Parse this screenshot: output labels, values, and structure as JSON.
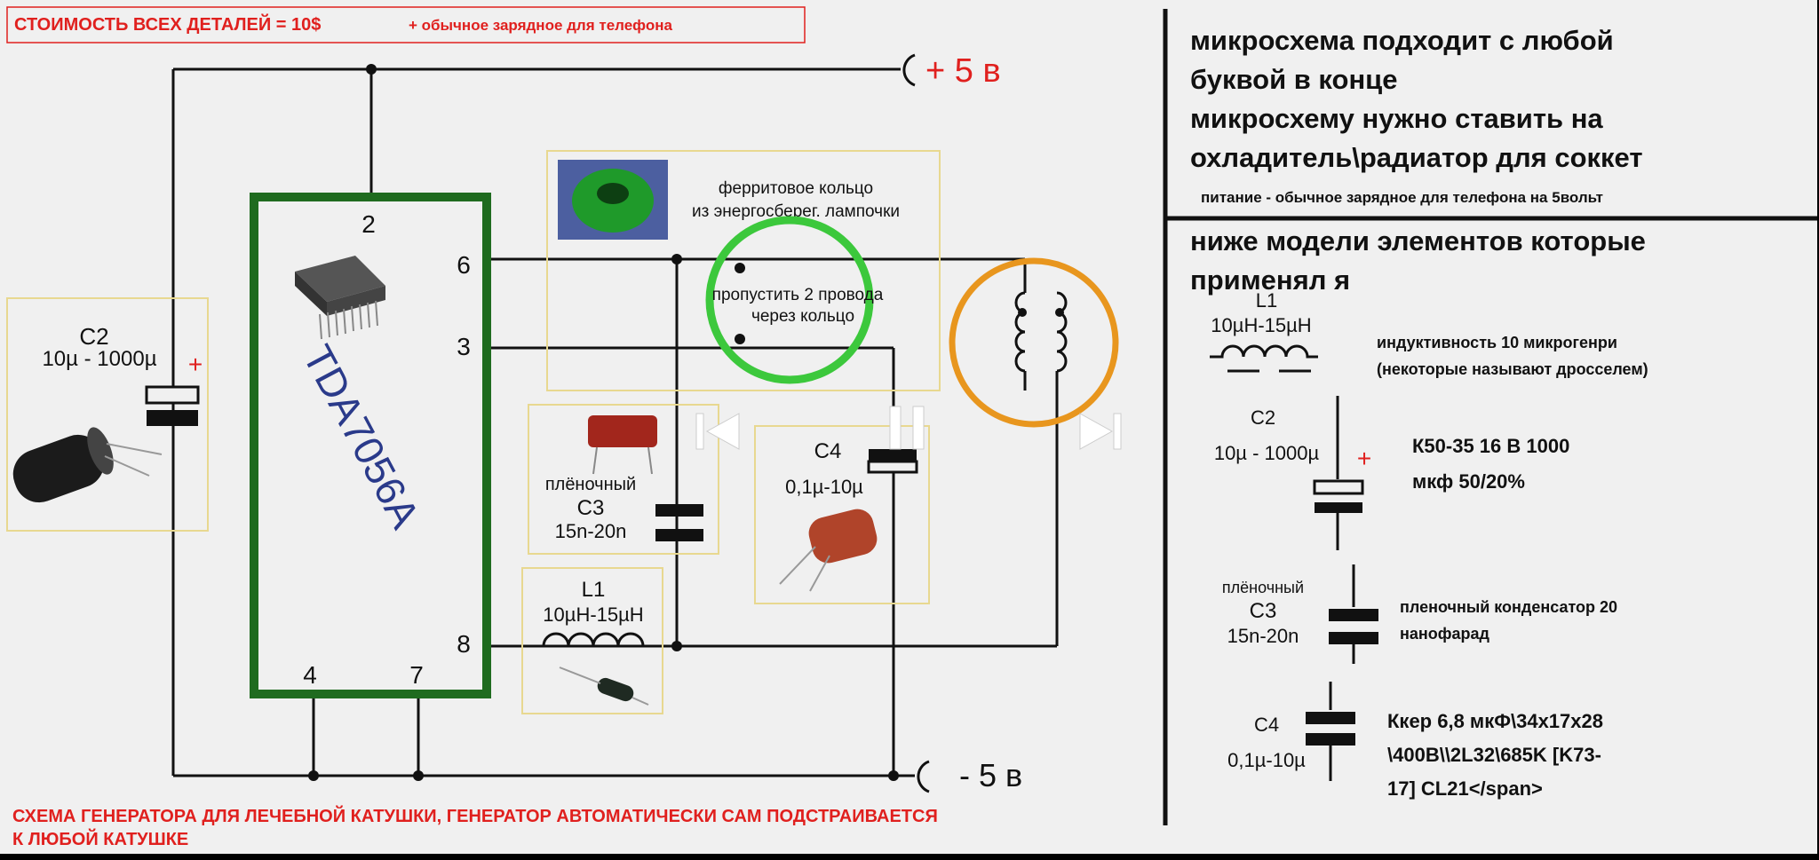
{
  "colors": {
    "background": "#f0f0f0",
    "wire": "#111111",
    "chip_outline": "#1f6b1f",
    "chip_label": "#2a3a8a",
    "box_outline": "#e8d890",
    "red_text": "#e0201e",
    "ferrite_ring": "#3cc83c",
    "coil_ring": "#e8961e"
  },
  "header": {
    "cost_title": "СТОИМОСТЬ ВСЕХ ДЕТАЛЕЙ = 10$",
    "cost_note": "+ обычное зарядное для телефона"
  },
  "power": {
    "plus": "+ 5 в",
    "minus": "- 5 в"
  },
  "chip": {
    "name": "TDA7056A",
    "pins": {
      "p2": "2",
      "p6": "6",
      "p3": "3",
      "p8": "8",
      "p4": "4",
      "p7": "7"
    }
  },
  "components": {
    "c2": {
      "name": "C2",
      "value": "10µ - 1000µ",
      "polarity": "+"
    },
    "ferrite": {
      "label_line1": "ферритовое кольцо",
      "label_line2": "из энергосберег. лампочки",
      "note_line1": "пропустить 2 провода",
      "note_line2": "через кольцо"
    },
    "c3": {
      "type": "плёночный",
      "name": "C3",
      "value": "15n-20n"
    },
    "c4": {
      "name": "C4",
      "value": "0,1µ-10µ"
    },
    "l1": {
      "name": "L1",
      "value": "10µH-15µH"
    }
  },
  "footer": {
    "line1": "СХЕМА ГЕНЕРАТОРА ДЛЯ ЛЕЧЕБНОЙ КАТУШКИ, ГЕНЕРАТОР АВТОМАТИЧЕСКИ САМ ПОДСТРАИВАЕТСЯ",
    "line2": "К ЛЮБОЙ КАТУШКЕ"
  },
  "notes": {
    "line1": "микросхема подходит с любой",
    "line2": "буквой в конце",
    "line3": "микросхему нужно ставить на",
    "line4": "охладитель\\радиатор для соккет",
    "line5": "питание - обычное зарядное для телефона на 5вольт"
  },
  "models": {
    "title_line1": "ниже модели элементов которые",
    "title_line2": "применял я",
    "l1": {
      "name": "L1",
      "value": "10µH-15µH",
      "desc_line1": "индуктивность 10 микрогенри",
      "desc_line2": "(некоторые называют дросселем)"
    },
    "c2": {
      "name": "C2",
      "value": "10µ - 1000µ",
      "polarity": "+",
      "desc_line1": "К50-35     16 В  1000",
      "desc_line2": "мкф 50/20%"
    },
    "c3": {
      "type": "плёночный",
      "name": "C3",
      "value": "15n-20n",
      "desc_line1": "пленочный конденсатор 20",
      "desc_line2": "нанофарад"
    },
    "c4": {
      "name": "C4",
      "value": "0,1µ-10µ",
      "desc_line1": "Ккер    6,8 мкФ\\34x17x28",
      "desc_line2": "\\400В\\\\2L32\\685K [K73-",
      "desc_line3": "17] CL21</span>"
    }
  },
  "player": {
    "prev_icon": "skip-previous",
    "pause_icon": "pause",
    "next_icon": "skip-next"
  }
}
